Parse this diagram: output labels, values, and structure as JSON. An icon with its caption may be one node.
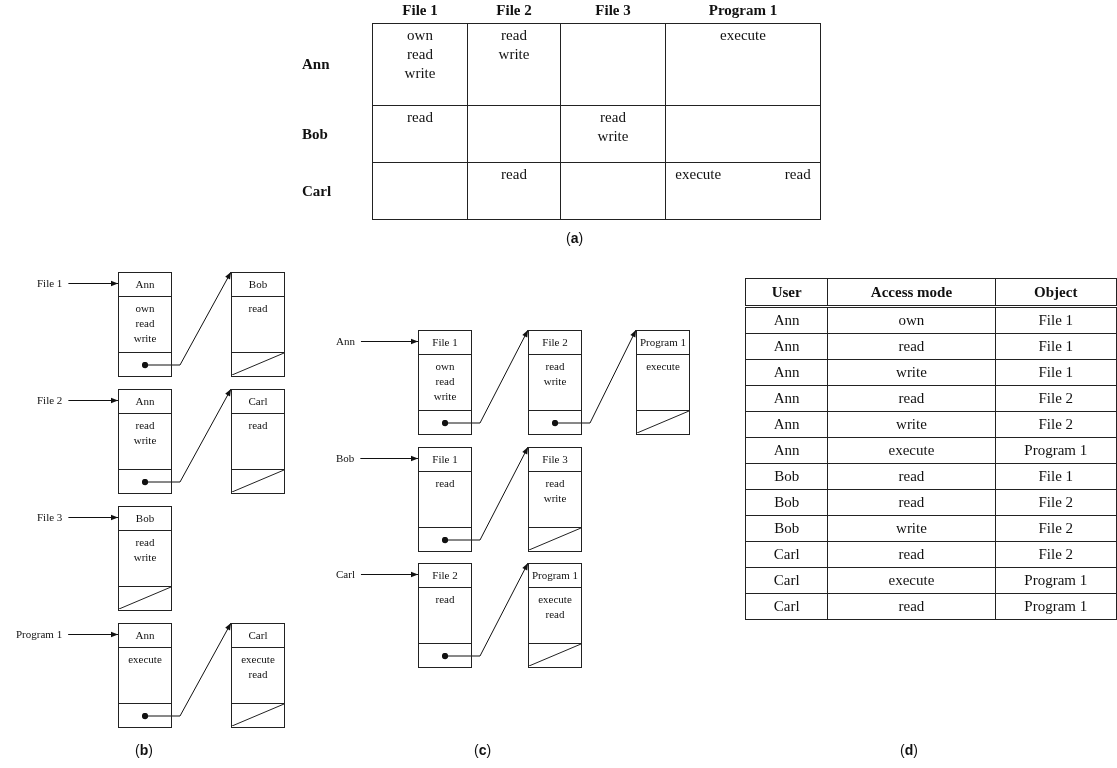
{
  "diagram": {
    "nodes": [
      {
        "text": [
          "File 1"
        ]
      },
      {
        "text": [
          "Ann",
          "own read write"
        ]
      },
      {
        "text": [
          "Bob",
          "read"
        ]
      },
      {
        "text": [
          "File 2"
        ]
      },
      {
        "text": [
          "Ann",
          "read write"
        ]
      },
      {
        "text": [
          "Carl",
          "read"
        ]
      },
      {
        "text": [
          "File 3"
        ]
      },
      {
        "text": [
          "Bob",
          "read write"
        ]
      },
      {
        "text": [
          "Program 1"
        ]
      },
      {
        "text": [
          "Ann",
          "execute"
        ]
      },
      {
        "text": [
          "Carl",
          "execute read"
        ]
      },
      {
        "text": [
          "Ann"
        ]
      },
      {
        "text": [
          "File 1",
          "own read write"
        ]
      },
      {
        "text": [
          "File 2",
          "read write"
        ]
      },
      {
        "text": [
          "Program 1",
          "execute"
        ]
      },
      {
        "text": [
          "Bob"
        ]
      },
      {
        "text": [
          "File 1",
          "read"
        ]
      },
      {
        "text": [
          "File 3",
          "read write"
        ]
      },
      {
        "text": [
          "Carl"
        ]
      },
      {
        "text": [
          "File 2",
          "read"
        ]
      },
      {
        "text": [
          "Program 1",
          "execute read"
        ]
      }
    ],
    "edges": [
      {
        "from": 0,
        "to": 1,
        "arrow": "to"
      },
      {
        "from": 1,
        "to": 2,
        "arrow": "to"
      },
      {
        "from": 3,
        "to": 4,
        "arrow": "to"
      },
      {
        "from": 4,
        "to": 5,
        "arrow": "to"
      },
      {
        "from": 6,
        "to": 7,
        "arrow": "to"
      },
      {
        "from": 8,
        "to": 9,
        "arrow": "to"
      },
      {
        "from": 9,
        "to": 10,
        "arrow": "to"
      },
      {
        "from": 11,
        "to": 12,
        "arrow": "to"
      },
      {
        "from": 12,
        "to": 13,
        "arrow": "to"
      },
      {
        "from": 13,
        "to": 14,
        "arrow": "to"
      },
      {
        "from": 15,
        "to": 16,
        "arrow": "to"
      },
      {
        "from": 16,
        "to": 17,
        "arrow": "to"
      },
      {
        "from": 18,
        "to": 19,
        "arrow": "to"
      },
      {
        "from": 19,
        "to": 20,
        "arrow": "to"
      }
    ],
    "labels": [
      "File 1",
      "File 2",
      "File 3",
      "Program 1",
      "Ann",
      "own read write",
      "read write",
      "execute",
      "Bob",
      "read",
      "read write",
      "Carl",
      "read",
      "execute read",
      "(**a**)",
      "User",
      "Access mode",
      "Object",
      "Ann",
      "own",
      "File 1",
      "Ann",
      "read",
      "File 1",
      "Ann",
      "write",
      "File 1",
      "Ann",
      "read",
      "File 2",
      "Ann",
      "write",
      "File 2",
      "Ann",
      "execute",
      "Program 1",
      "Bob",
      "read",
      "File 1",
      "Bob",
      "read",
      "File 2",
      "Bob",
      "write",
      "File 2",
      "Carl",
      "read",
      "File 2",
      "Carl",
      "execute",
      "Program 1",
      "Carl",
      "read",
      "Program 1",
      "(**b**)",
      "(**c**)",
      "(**d**)"
    ]
  }
}
